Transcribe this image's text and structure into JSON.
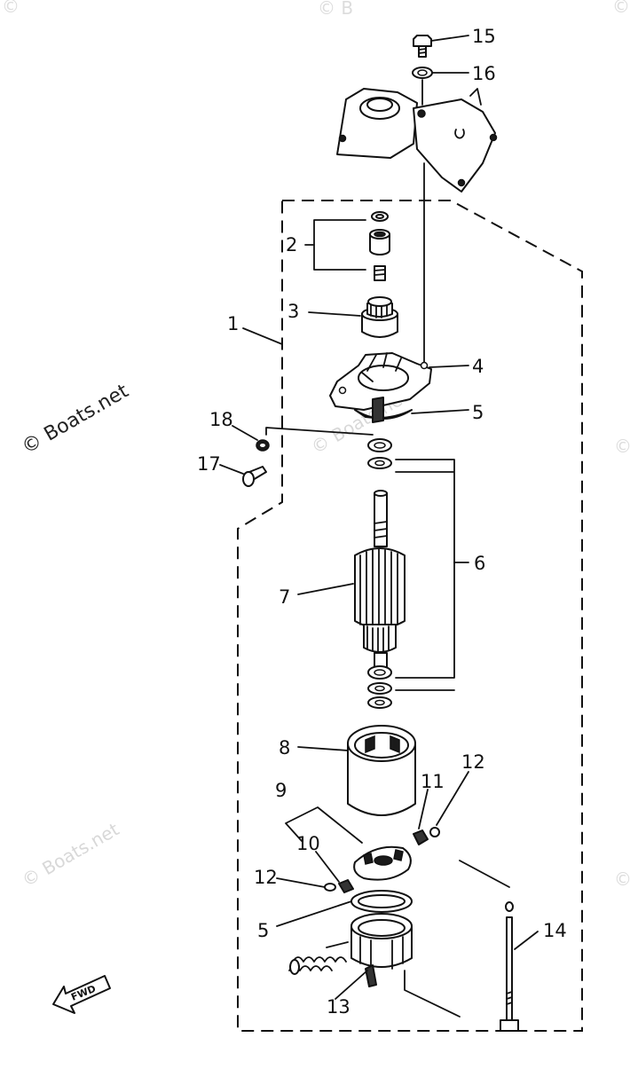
{
  "diagram": {
    "watermarks": {
      "left": "© Boats.net",
      "center": "© Boats.net",
      "lower": "© Boats.net",
      "top_left": "©",
      "top_center": "© B",
      "top_right": "©",
      "right_mid": "©",
      "right_low": "©"
    },
    "fwd_label": "FWD",
    "callouts": [
      "1",
      "2",
      "3",
      "4",
      "5",
      "5",
      "6",
      "7",
      "8",
      "9",
      "10",
      "11",
      "12",
      "12",
      "13",
      "14",
      "15",
      "16",
      "17",
      "18"
    ]
  }
}
